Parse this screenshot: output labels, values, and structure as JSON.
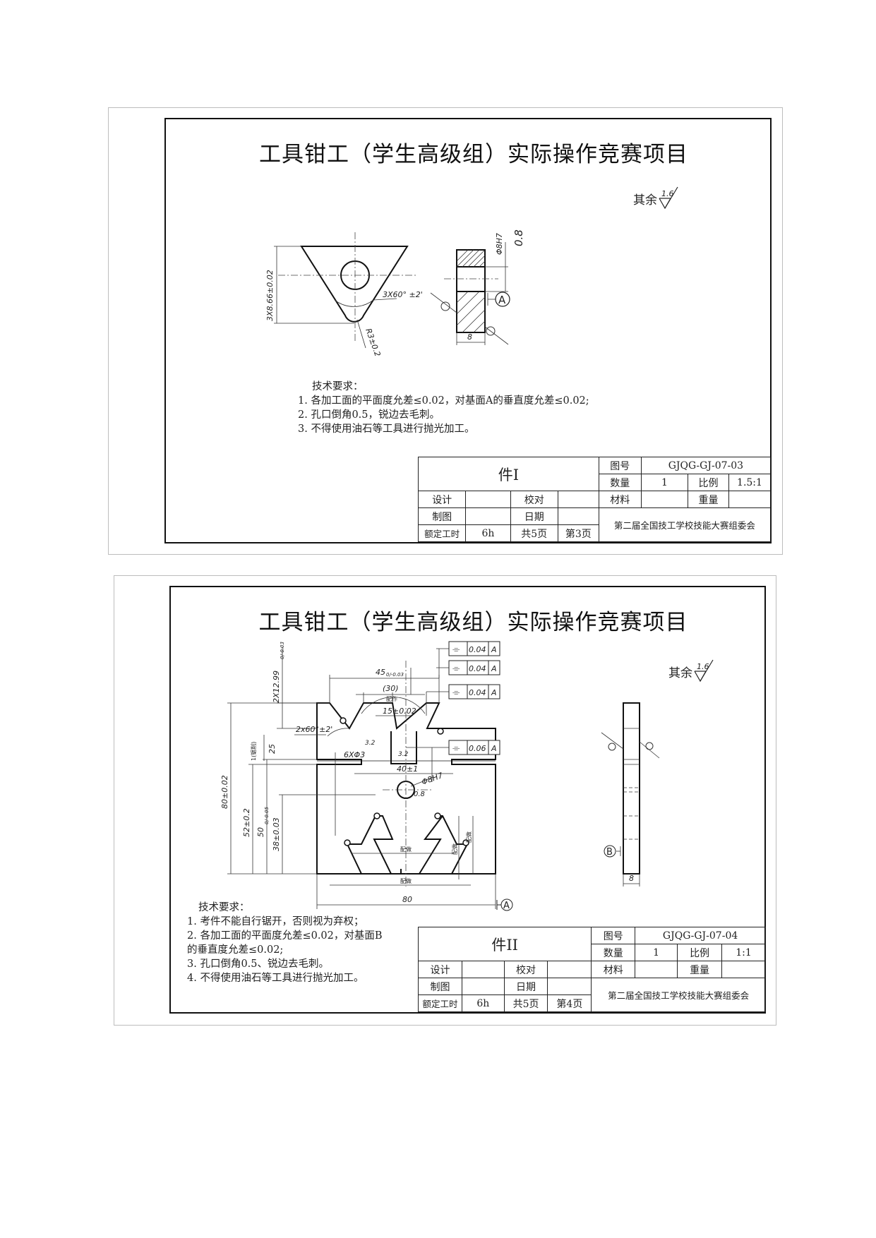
{
  "sheets": [
    {
      "title": "工具钳工（学生高级组）实际操作竞赛项目",
      "surface_note": "其余",
      "surface_value": "1.6",
      "dims": {
        "side": "3X8.66±0.02",
        "angle": "3X60° ±2'",
        "radius": "R3±0.2",
        "hole": "Φ8H7",
        "ra": "0.8",
        "thick": "8",
        "datum": "A"
      },
      "notes": {
        "heading": "技术要求：",
        "items": [
          "1. 各加工面的平面度允差≤0.02，对基面A的垂直度允差≤0.02;",
          "2. 孔口倒角0.5，锐边去毛刺。",
          "3. 不得使用油石等工具进行抛光加工。"
        ]
      },
      "title_block": {
        "part_name": "件I",
        "drawing_no_label": "图号",
        "drawing_no": "GJQG-GJ-07-03",
        "qty_label": "数量",
        "qty": "1",
        "scale_label": "比例",
        "scale": "1.5:1",
        "design_label": "设计",
        "check_label": "校对",
        "material_label": "材料",
        "weight_label": "重量",
        "draw_label": "制图",
        "date_label": "日期",
        "time_label": "额定工时",
        "time": "6h",
        "total_pages": "共5页",
        "page": "第3页",
        "org": "第二届全国技工学校技能大赛组委会"
      }
    },
    {
      "title": "工具钳工（学生高级组）实际操作竞赛项目",
      "surface_note": "其余",
      "surface_value": "1.6",
      "dims": {
        "top_width": "45",
        "top_width_tol": "0/-0.03",
        "ref30": "(30)",
        "fit1": "配作",
        "slot": "15±0.02",
        "height12": "2X12.99",
        "height12_tol": "0/-0.03",
        "angle": "2x60°±2'",
        "holes": "6XΦ3",
        "ra1": "3.2",
        "ra2": "3.2",
        "kerf": "1(锯削)",
        "d25": "25",
        "w40": "40±1",
        "hole": "Φ8H7",
        "ra3": "0.8",
        "h80": "80±0.02",
        "h52": "52±0.2",
        "h50": "50",
        "h50_tol": "0/-0.05",
        "h38": "38±0.03",
        "fit2": "配做",
        "fit3": "配做",
        "fit4": "配做",
        "fit5": "配做",
        "w80": "80",
        "datum_a": "A",
        "datum_b": "B",
        "thick": "8",
        "sym": "⌯",
        "tol1": "0.04",
        "tol2": "0.04",
        "tol3": "0.04",
        "tol4": "0.06"
      },
      "notes": {
        "heading": "技术要求：",
        "items": [
          "1. 考件不能自行锯开，否则视为弃权；",
          "2. 各加工面的平面度允差≤0.02，对基面B",
          "   的垂直度允差≤0.02;",
          "3. 孔口倒角0.5、锐边去毛刺。",
          "4. 不得使用油石等工具进行抛光加工。"
        ]
      },
      "title_block": {
        "part_name": "件II",
        "drawing_no_label": "图号",
        "drawing_no": "GJQG-GJ-07-04",
        "qty_label": "数量",
        "qty": "1",
        "scale_label": "比例",
        "scale": "1:1",
        "design_label": "设计",
        "check_label": "校对",
        "material_label": "材料",
        "weight_label": "重量",
        "draw_label": "制图",
        "date_label": "日期",
        "time_label": "额定工时",
        "time": "6h",
        "total_pages": "共5页",
        "page": "第4页",
        "org": "第二届全国技工学校技能大赛组委会"
      }
    }
  ]
}
